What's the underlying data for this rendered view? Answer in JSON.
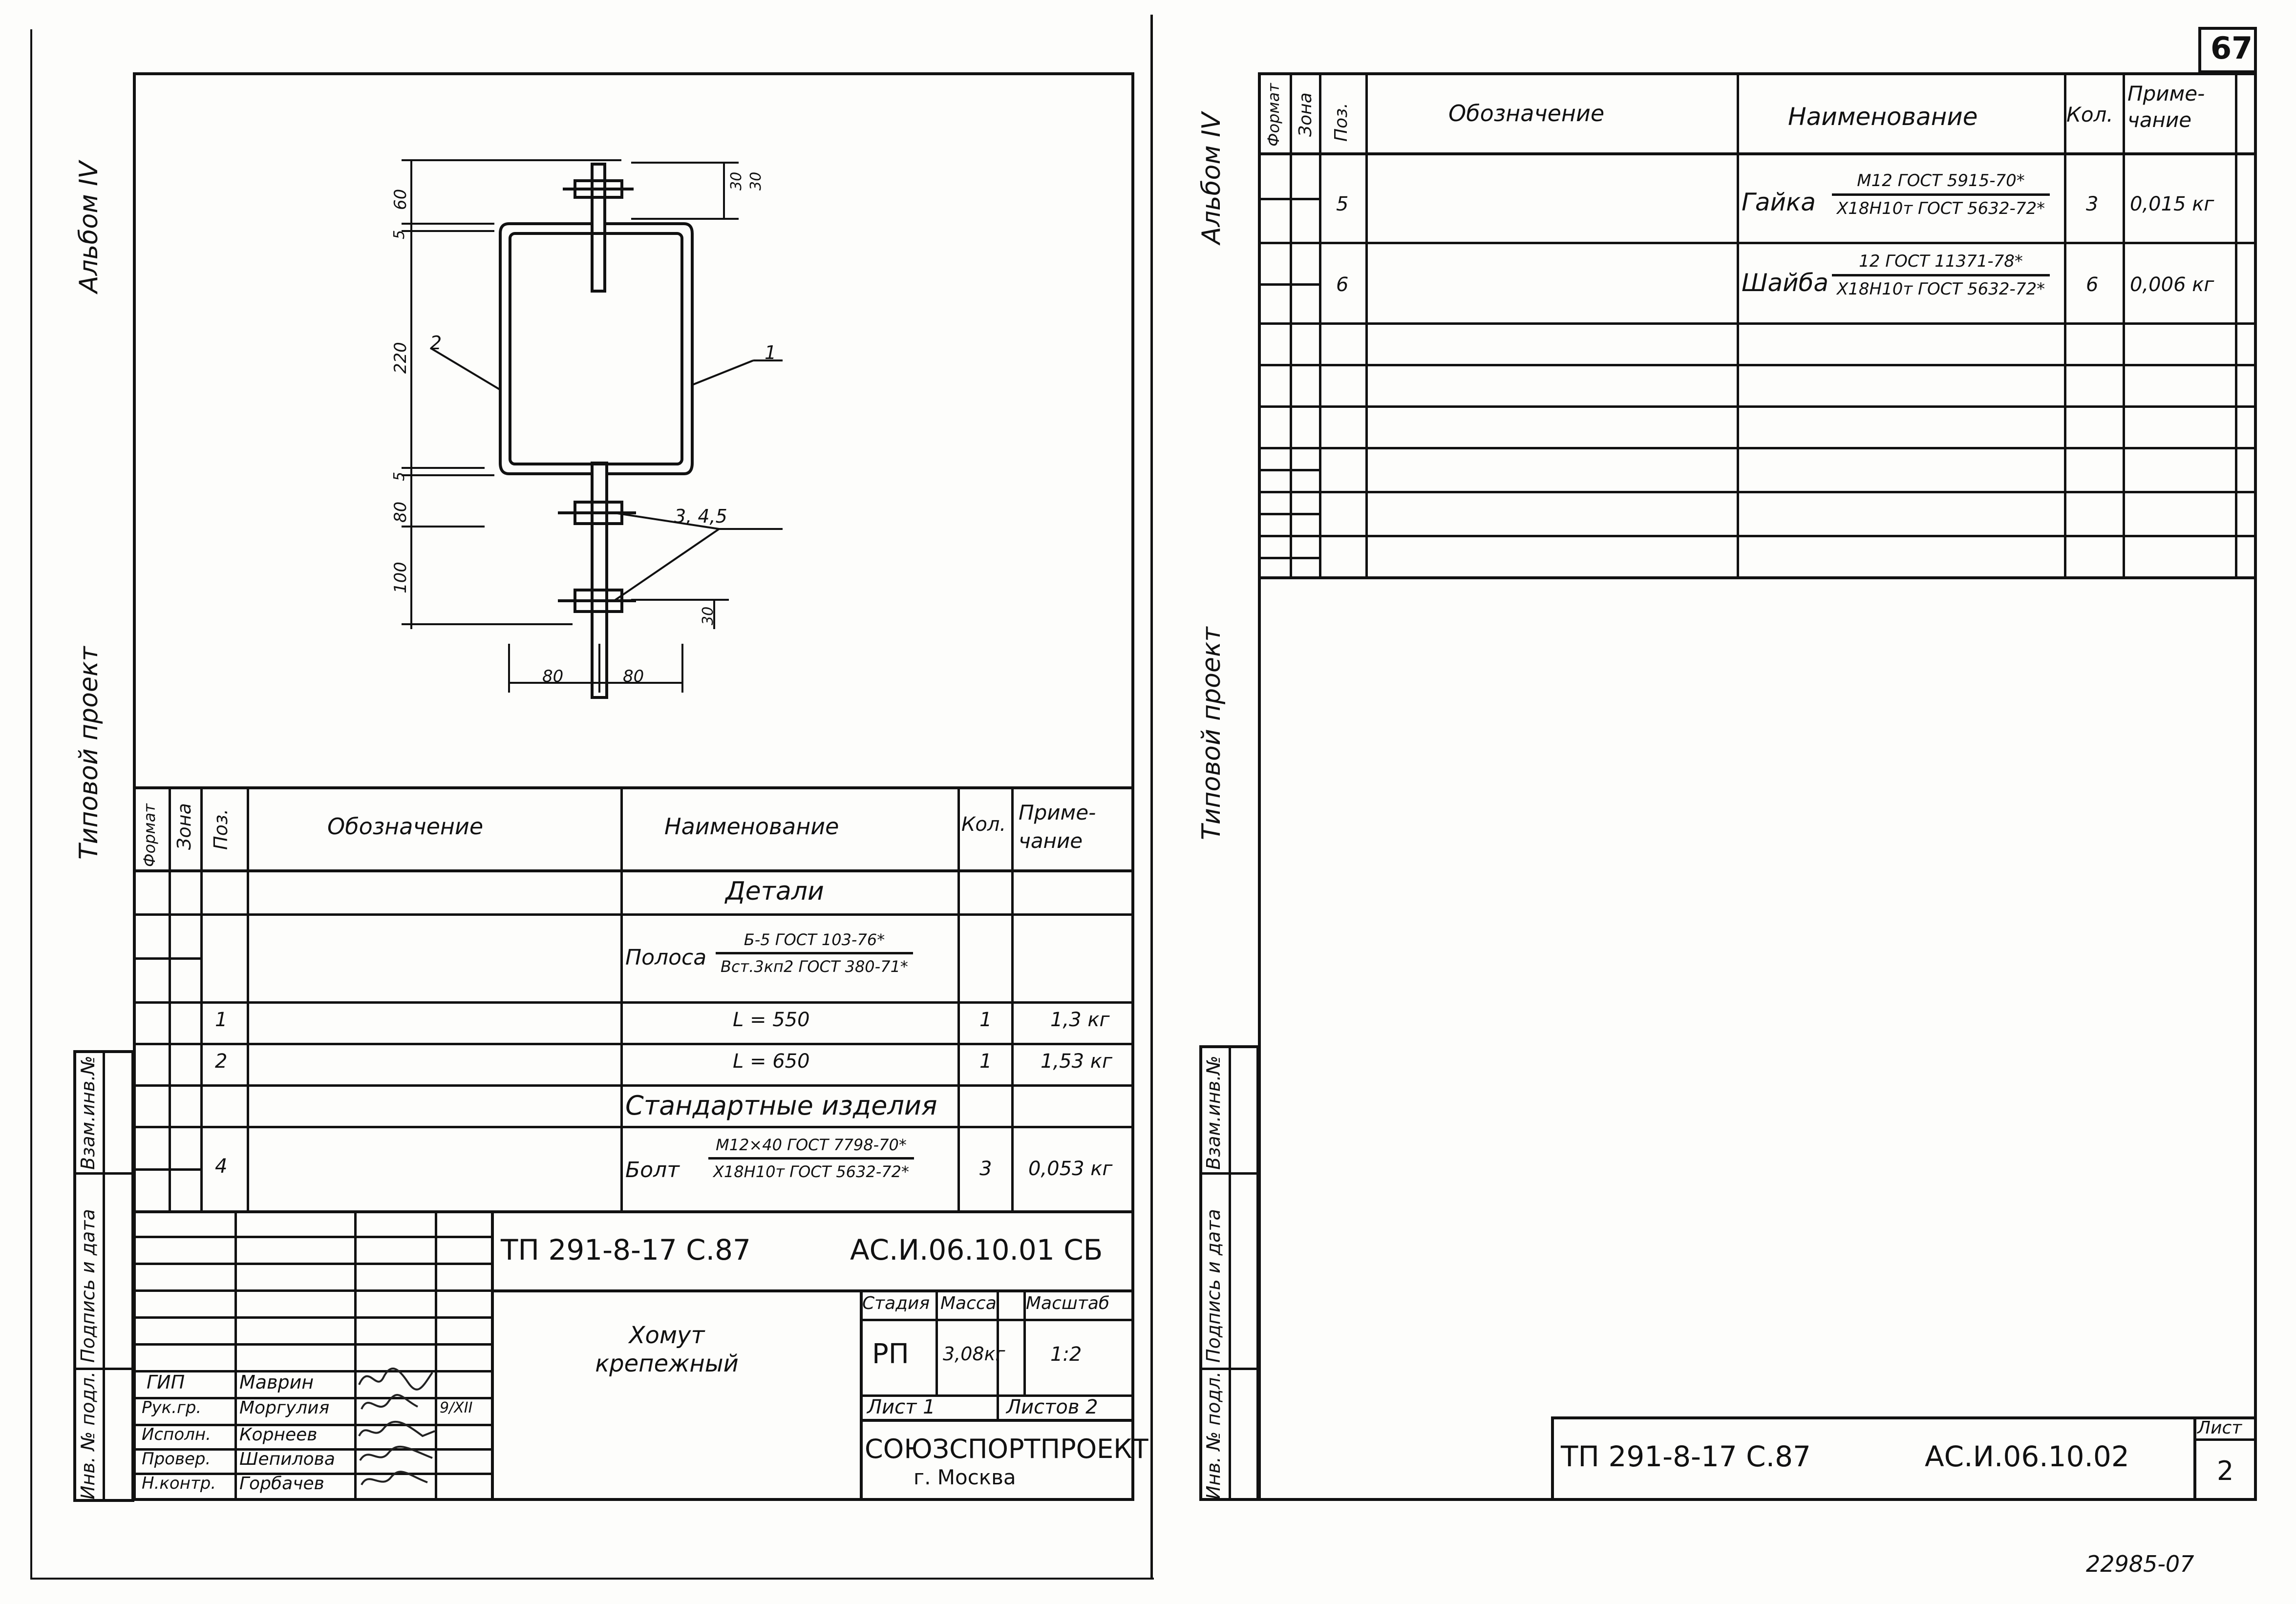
{
  "page_number": "67",
  "stamp_number": "22985-07",
  "left_sheet": {
    "album": "Альбом IV",
    "project_type": "Типовой проект",
    "side_stamp": [
      "Инв. № подл.",
      "Подпись и дата",
      "Взам.инв.№"
    ],
    "dimensions": {
      "d60": "60",
      "d30a": "30",
      "d30b": "30",
      "d30c": "30",
      "d5a": "5",
      "d5b": "5",
      "d220": "220",
      "d80v": "80",
      "d100": "100",
      "d80a": "80",
      "d80b": "80"
    },
    "callouts": {
      "c1": "1",
      "c2": "2",
      "c345": "3, 4,5"
    },
    "table_headers": {
      "format": "Формат",
      "zone": "Зона",
      "pos": "Поз.",
      "designation": "Обозначение",
      "name": "Наименование",
      "qty": "Кол.",
      "note": "Приме-чание"
    },
    "sections": {
      "details": "Детали",
      "standard": "Стандартные изделия"
    },
    "polosa": {
      "label": "Полоса",
      "num": "Б-5 ГОСТ 103-76*",
      "den": "Вст.3кп2 ГОСТ 380-71*"
    },
    "rows": [
      {
        "pos": "1",
        "name": "L = 550",
        "qty": "1",
        "note": "1,3 кг"
      },
      {
        "pos": "2",
        "name": "L = 650",
        "qty": "1",
        "note": "1,53 кг"
      }
    ],
    "bolt": {
      "pos": "4",
      "label": "Болт",
      "num": "М12×40 ГОСТ 7798-70*",
      "den": "Х18Н10т ГОСТ 5632-72*",
      "qty": "3",
      "note": "0,053 кг"
    },
    "title_block": {
      "code_left": "ТП 291-8-17 С.87",
      "code_right": "АС.И.06.10.01 СБ",
      "item_name": "Хомут крепежный",
      "stage_h": "Стадия",
      "mass_h": "Масса",
      "scale_h": "Масштаб",
      "stage": "РП",
      "mass": "3,08кг",
      "scale": "1:2",
      "sheet": "Лист 1",
      "sheets": "Листов 2",
      "org": "СОЮЗСПОРТПРОЕКТ",
      "city": "г. Москва",
      "roles": [
        "ГИП",
        "Рук.гр.",
        "Исполн.",
        "Провер.",
        "Н.контр."
      ],
      "people": [
        "Маврин",
        "Моргулия",
        "Корнеев",
        "Шепилова",
        "Горбачев"
      ],
      "date": "9/XII"
    }
  },
  "right_sheet": {
    "album": "Альбом IV",
    "project_type": "Типовой проект",
    "side_stamp": [
      "Инв. № подл.",
      "Подпись и дата",
      "Взам.инв.№"
    ],
    "table_headers": {
      "format": "Формат",
      "zone": "Зона",
      "pos": "Поз.",
      "designation": "Обозначение",
      "name": "Наименование",
      "qty": "Кол.",
      "note": "Приме-чание"
    },
    "rows": [
      {
        "pos": "5",
        "label": "Гайка",
        "num": "М12 ГОСТ 5915-70*",
        "den": "Х18Н10т ГОСТ 5632-72*",
        "qty": "3",
        "note": "0,015 кг"
      },
      {
        "pos": "6",
        "label": "Шайба",
        "num": "12 ГОСТ 11371-78*",
        "den": "Х18Н10т ГОСТ 5632-72*",
        "qty": "6",
        "note": "0,006 кг"
      }
    ],
    "title_block": {
      "code_left": "ТП 291-8-17 С.87",
      "code_right": "АС.И.06.10.02",
      "sheet_label": "Лист",
      "sheet_no": "2"
    }
  }
}
